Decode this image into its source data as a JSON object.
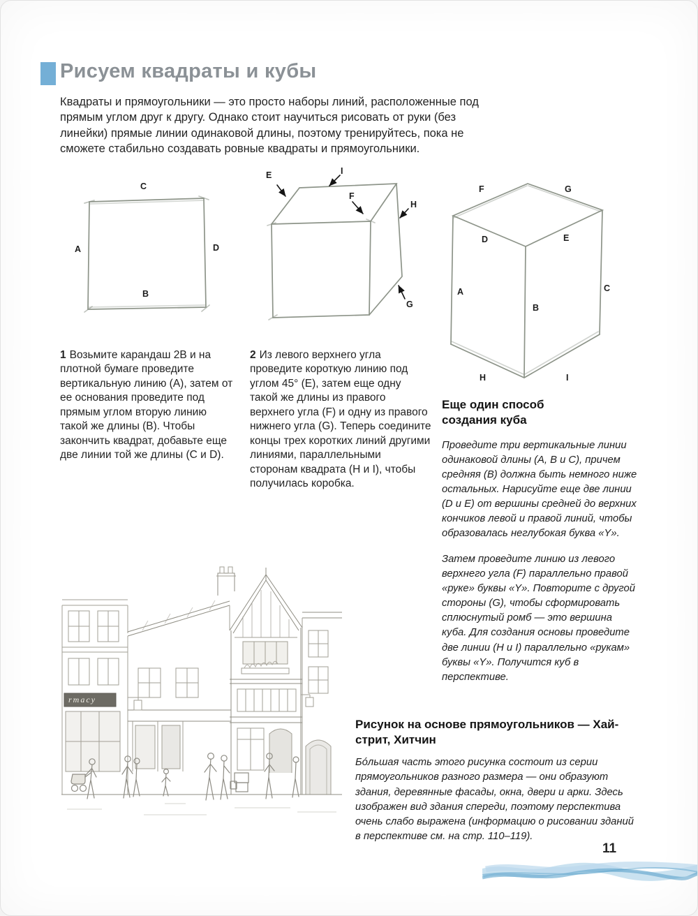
{
  "page": {
    "title": "Рисуем квадраты и кубы",
    "intro": "Квадраты и прямоугольники — это просто наборы линий, расположенные под прямым углом друг к другу. Однако стоит научиться рисовать от руки (без линейки) прямые линии одинаковой длины, поэтому тренируйтесь, пока не сможете стабильно создавать ровные квадраты и прямоугольники.",
    "page_number": "11"
  },
  "figures": {
    "square": {
      "c": "C",
      "a": "A",
      "d": "D",
      "b": "B"
    },
    "cube_step2": {
      "e": "E",
      "i": "I",
      "f": "F",
      "h": "H",
      "g": "G"
    },
    "cube_alt": {
      "f": "F",
      "g": "G",
      "d": "D",
      "e": "E",
      "a": "A",
      "b": "B",
      "c": "C",
      "h": "H",
      "i": "I"
    }
  },
  "steps": {
    "step1": {
      "number": "1",
      "text": "Возьмите карандаш 2B и на плотной бумаге проведите вертикальную линию (A), затем от ее основания проведите под прямым углом вторую линию такой же длины (B). Чтобы закончить квадрат, добавьте еще две линии той же длины (C и D)."
    },
    "step2": {
      "number": "2",
      "text": "Из левого верхнего угла проведите короткую линию под углом 45° (E), затем еще одну такой же длины из правого верхнего угла (F) и одну из правого нижнего угла (G). Теперь соедините концы трех коротких линий другими линиями, параллельными сторонам квадрата (H и I), чтобы получилась коробка."
    }
  },
  "sidebar": {
    "heading": "Еще один способ создания куба",
    "para1": "Проведите три вертикальные линии одинаковой длины (A, B и C), причем средняя (B) должна быть немного ниже остальных. Нарисуйте еще две линии (D и E) от вершины средней до верхних кончиков левой и правой линий, чтобы образовалась неглубокая буква «Y».",
    "para2": "Затем проведите линию из левого верхнего угла (F) параллельно правой «руке» буквы «Y». Повторите с другой стороны (G), чтобы сформировать сплюснутый ромб — это вершина куба. Для создания основы проведите две линии (H и I) параллельно «рукам» буквы «Y». Получится куб в перспективе."
  },
  "bottom": {
    "heading": "Рисунок на основе прямоугольников — Хай-стрит, Хитчин",
    "text": "Бóльшая часть этого рисунка состоит из серии прямоугольников разного размера — они образуют здания, деревянные фасады, окна, двери и арки. Здесь изображен вид здания спереди, поэтому перспектива очень слабо выражена (информацию о рисовании зданий в перспективе см. на стр. 110–119).",
    "sketch_sign": "rmacy"
  },
  "colors": {
    "accent_blue": "#74afd6",
    "title_gray": "#8b9196",
    "pencil": "#8d9489",
    "arrow": "#151515",
    "sketch_light": "#a29f95",
    "sketch_dark": "#8e8c84",
    "wave_light": "#bcd9ec",
    "wave_mid": "#9fcbe3",
    "wave_dark": "#5da3cc"
  }
}
